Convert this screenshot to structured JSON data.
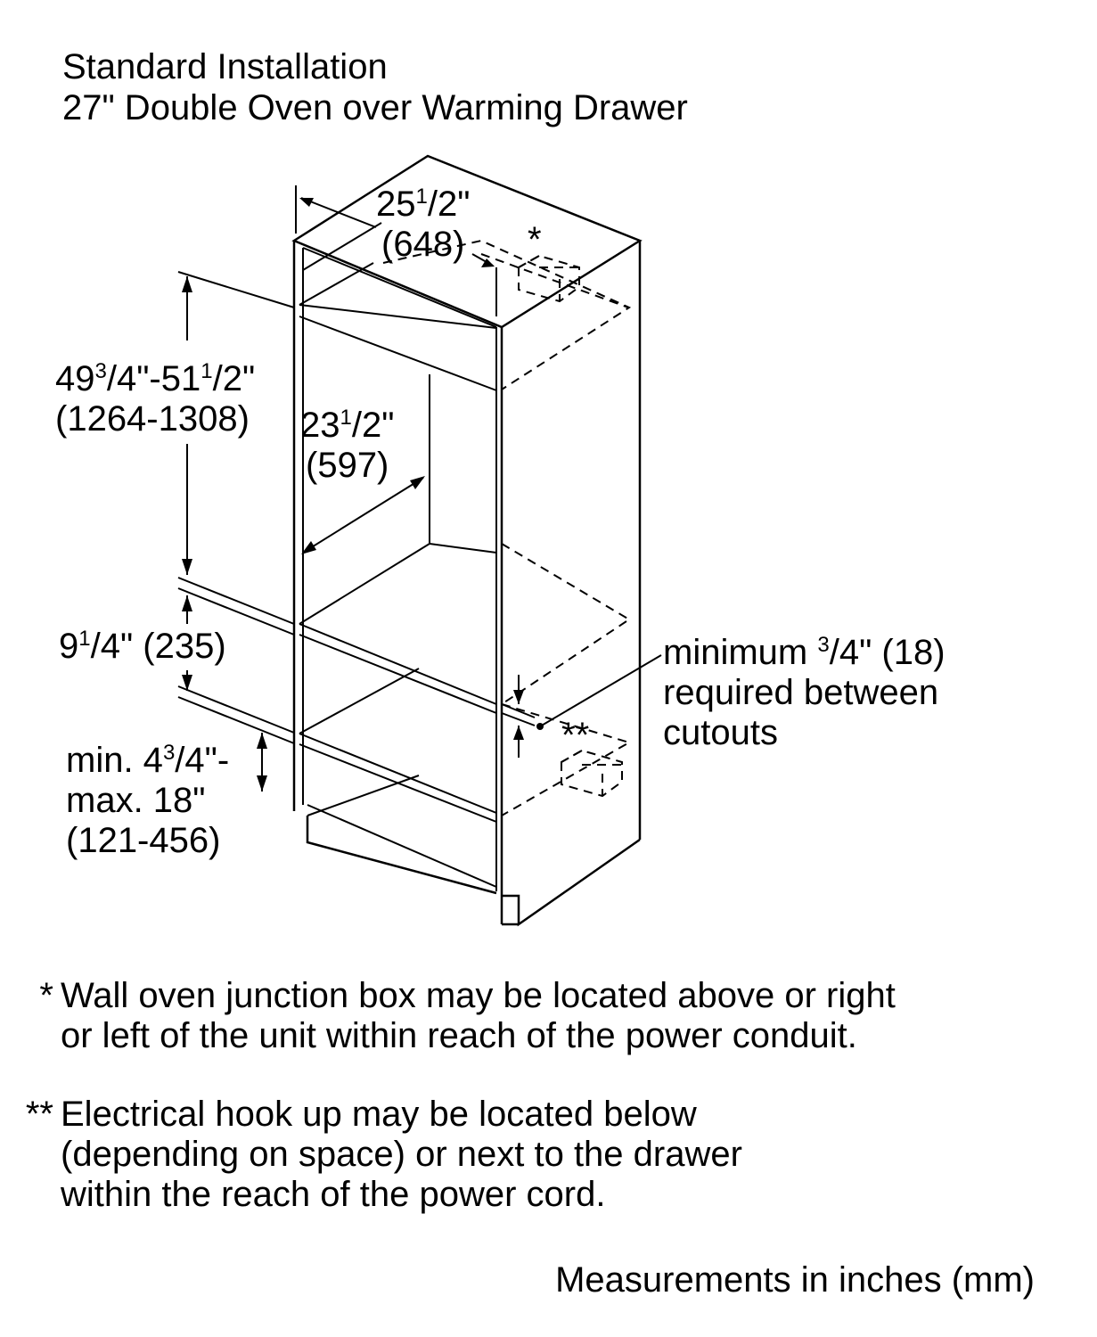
{
  "title": {
    "line1": "Standard Installation",
    "line2": "27\" Double Oven over Warming Drawer"
  },
  "dimensions": {
    "top_width": {
      "whole": "25",
      "frac_num": "1",
      "frac_den": "2",
      "unit": "\"",
      "mm": "(648)"
    },
    "cutout_height": {
      "text_a": "49",
      "sup_a": "3",
      "text_b": "/4\"-51",
      "sup_b": "1",
      "text_c": "/2\"",
      "mm": "(1264-1308)"
    },
    "depth": {
      "whole": "23",
      "sup": "1",
      "rest": "/2\"",
      "mm": "(597)"
    },
    "drawer_height": {
      "whole": "9",
      "sup": "1",
      "rest": "/4\" (235)"
    },
    "base_height": {
      "line1_a": "min. 4",
      "line1_sup": "3",
      "line1_b": "/4\"-",
      "line2": "max. 18\"",
      "line3": "(121-456)"
    },
    "between_cutouts": {
      "line1_a": "minimum ",
      "line1_sup": "3",
      "line1_b": "/4\" (18)",
      "line2": "required between",
      "line3": "cutouts"
    },
    "junction_marker": "*",
    "hookup_marker": "**"
  },
  "notes": [
    {
      "marker": "*",
      "lines": [
        "Wall oven junction box may be located above or right",
        "or left of the unit within reach of the power conduit."
      ]
    },
    {
      "marker": "**",
      "lines": [
        "Electrical hook up may be located below",
        "(depending on space) or next to the drawer",
        "within the reach of the power cord."
      ]
    }
  ],
  "footer": "Measurements in inches (mm)"
}
